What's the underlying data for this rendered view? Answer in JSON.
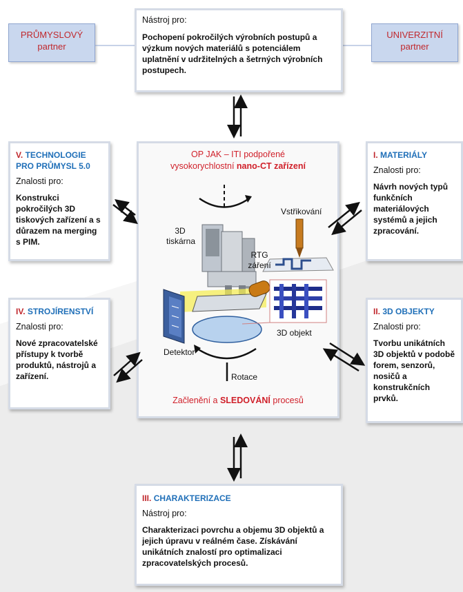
{
  "partners": {
    "industrial": {
      "line1": "PRŮMYSLOVÝ",
      "line2": "partner"
    },
    "university": {
      "line1": "UNIVERZITNÍ",
      "line2": "partner"
    }
  },
  "top_box": {
    "heading": "Nástroj pro:",
    "text": "Pochopení pokročilých výrobních postupů a výzkum nových materiálů s potenciálem uplatnění v udržitelných a šetrných výrobních postupech."
  },
  "center": {
    "title_line1": "OP JAK – ITI podpořené",
    "title_line2_normal": "vysokorychlostní ",
    "title_line2_bold": "nano-CT zařízení",
    "bottom_normal1": "Začlenění a ",
    "bottom_bold": "SLEDOVÁNÍ",
    "bottom_normal2": " procesů",
    "labels": {
      "printer1": "3D",
      "printer2": "tiskárna",
      "injection": "Vstřikování",
      "rtg1": "RTG",
      "rtg2": "záření",
      "detector": "Detektor",
      "object": "3D objekt",
      "rotation": "Rotace"
    }
  },
  "box_v": {
    "num": "V.",
    "name_line1": "TECHNOLOGIE",
    "name_line2": "PRO PRŮMYSL 5.0",
    "znalosti": "Znalosti pro:",
    "text": "Konstrukci pokročilých 3D tiskových zařízení a s důrazem na merging s PIM."
  },
  "box_iv": {
    "num": "IV.",
    "name": "STROJÍRENSTVÍ",
    "znalosti": "Znalosti pro:",
    "text": "Nové zpracovatelské přístupy k tvorbě produktů, nástrojů a zařízení."
  },
  "box_i": {
    "num": "I.",
    "name": "MATERIÁLY",
    "znalosti": "Znalosti pro:",
    "text": "Návrh nových typů funkčních materiálových systémů a jejich zpracování."
  },
  "box_ii": {
    "num": "II.",
    "name": "3D OBJEKTY",
    "znalosti": "Znalosti pro:",
    "text": "Tvorbu unikátních 3D objektů v podobě forem, senzorů, nosičů a konstrukčních prvků."
  },
  "box_iii": {
    "num": "III.",
    "name": "CHARAKTERIZACE",
    "znalosti": "Nástroj pro:",
    "text": "Charakterizaci povrchu a objemu 3D objektů a jejich úpravu v reálném čase. Získávání unikátních znalostí pro optimalizaci zpracovatelských procesů."
  },
  "colors": {
    "red": "#c0282d",
    "blue": "#1f6fb8",
    "partner_bg": "#c9d7ee",
    "box_border": "#d5dbe6"
  }
}
